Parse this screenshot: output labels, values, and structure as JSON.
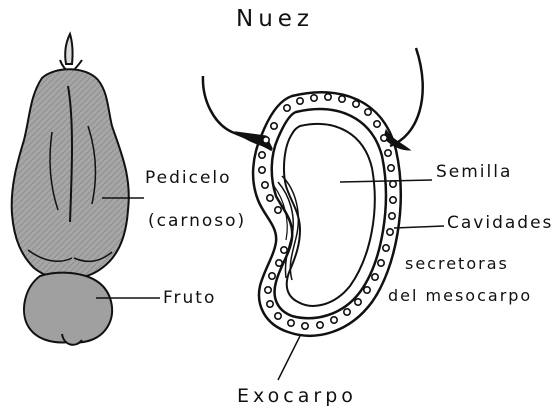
{
  "title": "Nuez",
  "labels": {
    "pedicelo": "Pedicelo",
    "carnoso": "(carnoso)",
    "fruto": "Fruto",
    "semilla": "Semilla",
    "cavidades": "Cavidades",
    "secretoras": "secretoras",
    "mesocarpo": "del mesocarpo",
    "exocarpo": "Exocarpo"
  },
  "colors": {
    "ink": "#111111",
    "pedicel_fill": "#a8a8a8",
    "fruit_fill": "#a0a0a0",
    "background": "#ffffff"
  }
}
